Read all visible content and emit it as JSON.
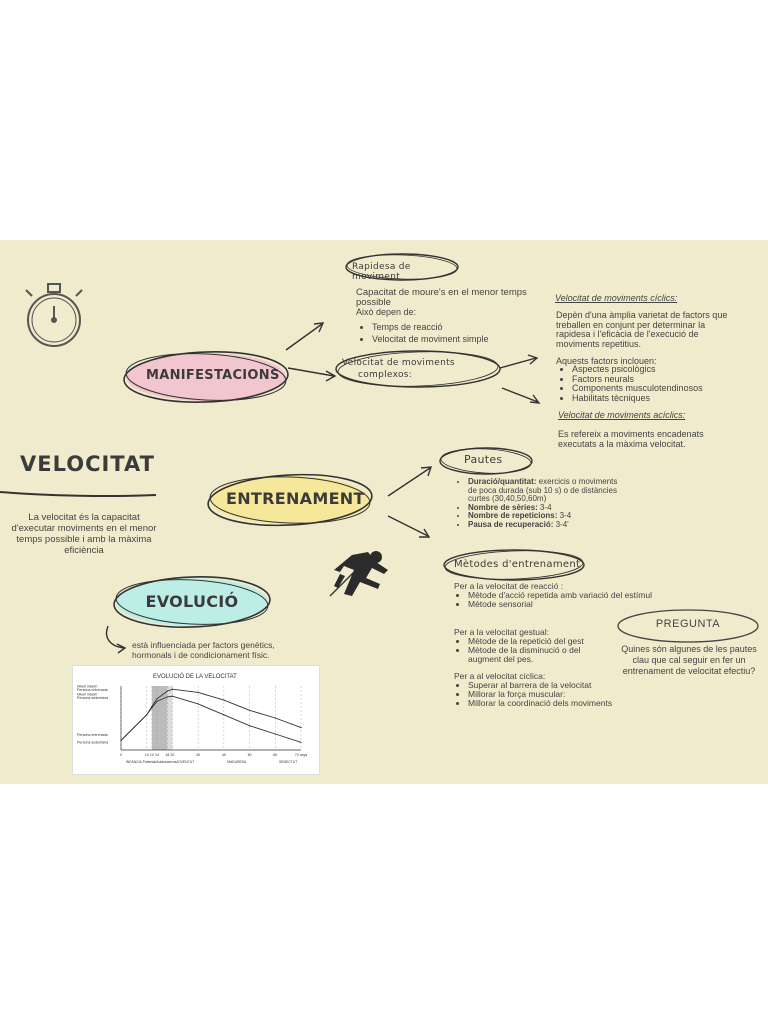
{
  "title": "VELOCITAT",
  "definition": "La velocitat és la capacitat d'executar moviments en el menor temps possible i amb la màxima eficiència",
  "manifestacions": {
    "label": "MANIFESTACIONS",
    "rapidesa": {
      "label": "Rapidesa de moviment",
      "desc": "Capacitat de moure's en el menor temps possible",
      "depen": "Això depen de:",
      "items": [
        "Temps de reacció",
        "Velocitat de moviment simple"
      ]
    },
    "complexos": {
      "label_line1": "Velocitat de moviments",
      "label_line2": "complexos:",
      "ciclics": {
        "title": "Velocitat de moviments cíclics:",
        "desc": "Depèn d'una àmplia varietat de factors que treballen en conjunt per determinar la rapidesa i l'eficàcia de l'execució de moviments repetitius.",
        "factors_intro": "Aquests factors inclouen:",
        "factors": [
          "Aspectes psicològics",
          "Factors neurals",
          "Components musculotendinosos",
          "Habilitats tècniques"
        ]
      },
      "aciclics": {
        "title": "Velocitat de moviments acíclics:",
        "desc": "Es refereix a moviments encadenats executats a la màxima velocitat."
      }
    }
  },
  "entrenament": {
    "label": "ENTRENAMENT",
    "pautes": {
      "label": "Pautes",
      "items": [
        {
          "bold": "Duració/quantitat:",
          "text": " exercicis o moviments de poca durada (sub 10 s) o de distàncies curtes (30,40,50,60m)"
        },
        {
          "bold": "Nombre de sèries:",
          "text": " 3-4"
        },
        {
          "bold": "Nombre de repeticions:",
          "text": " 3-4"
        },
        {
          "bold": "Pausa de recuperació:",
          "text": " 3-4'"
        }
      ]
    },
    "metodes": {
      "label": "Mètodes d'entrenament",
      "groups": [
        {
          "title": "Per a la velocitat de reacció :",
          "items": [
            "Mètode d'acció repetida amb variació del estímul",
            "Mètode sensorial"
          ]
        },
        {
          "title": "Per a la velocitat gestual:",
          "items": [
            "Mètode de la repetició del gest",
            "Mètode de la disminució o del augment del pes."
          ]
        },
        {
          "title": "Per a al velocitat cíclica:",
          "items": [
            "Superar al barrera de la velocitat",
            "Millorar la força muscular:",
            "Millorar la coordinació dels moviments"
          ]
        }
      ]
    }
  },
  "pregunta": {
    "label": "PREGUNTA",
    "text": "Quines són algunes de les pautes clau que cal seguir en fer un entrenament de velocitat efectiu?"
  },
  "evolucio": {
    "label": "EVOLUCIÓ",
    "desc": "està influenciada per factors genètics, hormonals i de condicionament físic.",
    "chart": {
      "title": "EVOLUCIÓ DE LA VELOCITAT",
      "ylabels": [
        "Nivell màxim",
        "Persona entrenada",
        "Nivell màxim",
        "Persona sedentària",
        "Persona entrenada",
        "Persona sedentària"
      ],
      "xticks": [
        "0",
        "10",
        "12",
        "14",
        "18",
        "20",
        "30",
        "40",
        "50",
        "60",
        "70 anys"
      ],
      "phases": [
        "INFÀNCIA",
        "Pubertat/Adolescència",
        "JOVENTUT",
        "MADURESA",
        "SENECTUT"
      ]
    }
  },
  "chart_data": {
    "type": "line",
    "title": "EVOLUCIÓ DE LA VELOCITAT",
    "xlabel": "anys",
    "ylabel": "",
    "x": [
      0,
      10,
      12,
      14,
      18,
      20,
      30,
      40,
      50,
      60,
      70
    ],
    "series": [
      {
        "name": "Persona entrenada",
        "values": [
          0.15,
          0.55,
          0.68,
          0.8,
          0.92,
          0.95,
          0.9,
          0.78,
          0.62,
          0.5,
          0.35
        ]
      },
      {
        "name": "Persona sedentària",
        "values": [
          0.15,
          0.55,
          0.66,
          0.76,
          0.83,
          0.84,
          0.72,
          0.55,
          0.38,
          0.25,
          0.12
        ]
      }
    ],
    "xlim": [
      0,
      70
    ],
    "ylim": [
      0,
      1
    ]
  },
  "colors": {
    "background": "#f1ebcd",
    "manifestacions_fill": "#f2c6cf",
    "entrenament_fill": "#f6e89a",
    "evolucio_fill": "#bdeee6",
    "ink": "#3b3b3b"
  },
  "icons": [
    "stopwatch-icon",
    "runner-icon"
  ]
}
